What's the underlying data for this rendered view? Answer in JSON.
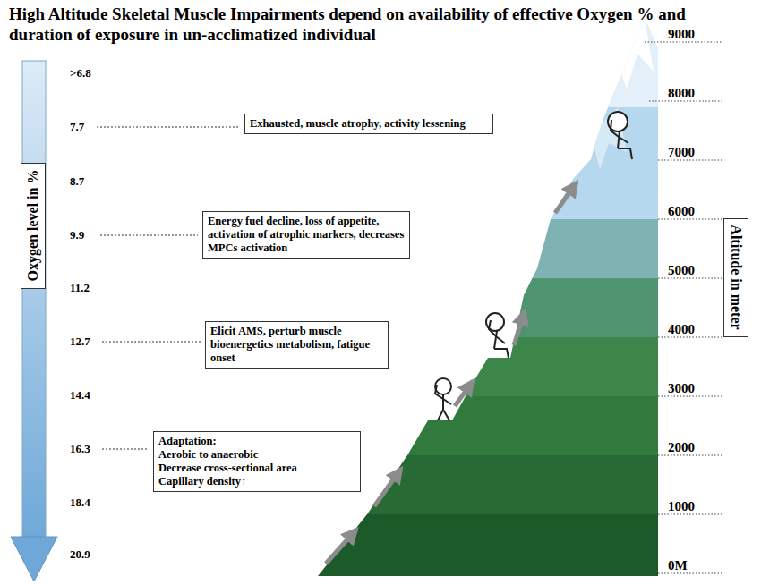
{
  "diagram": {
    "title": "High Altitude Skeletal Muscle Impairments depend on availability of effective Oxygen % and duration of exposure in un-acclimatized individual",
    "nodes": [
      {
        "text": [
          "Oxygen level in %"
        ]
      },
      {
        "text": [
          "Exhausted, muscle atrophy, activity lessening"
        ]
      },
      {
        "text": [
          "Energy fuel decline, loss of appetite, activation of atrophic markers, decreases MPCs activation"
        ]
      },
      {
        "text": [
          "Elicit AMS, perturb muscle bioenergetics metabolism, fatigue onset"
        ]
      },
      {
        "text": [
          "Adaptation:",
          "Aerobic to anaerobic",
          "Decrease cross-sectional area",
          "Capillary density↑"
        ]
      },
      {
        "text": [
          "Altitude in meter"
        ]
      }
    ],
    "labels": [
      ">6.8",
      "7.7",
      "8.7",
      "9.9",
      "11.2",
      "12.7",
      "14.4",
      "16.3",
      "18.4",
      "20.9",
      "9000",
      "8000",
      "7000",
      "6000",
      "5000",
      "4000",
      "3000",
      "2000",
      "1000",
      "0M"
    ]
  }
}
